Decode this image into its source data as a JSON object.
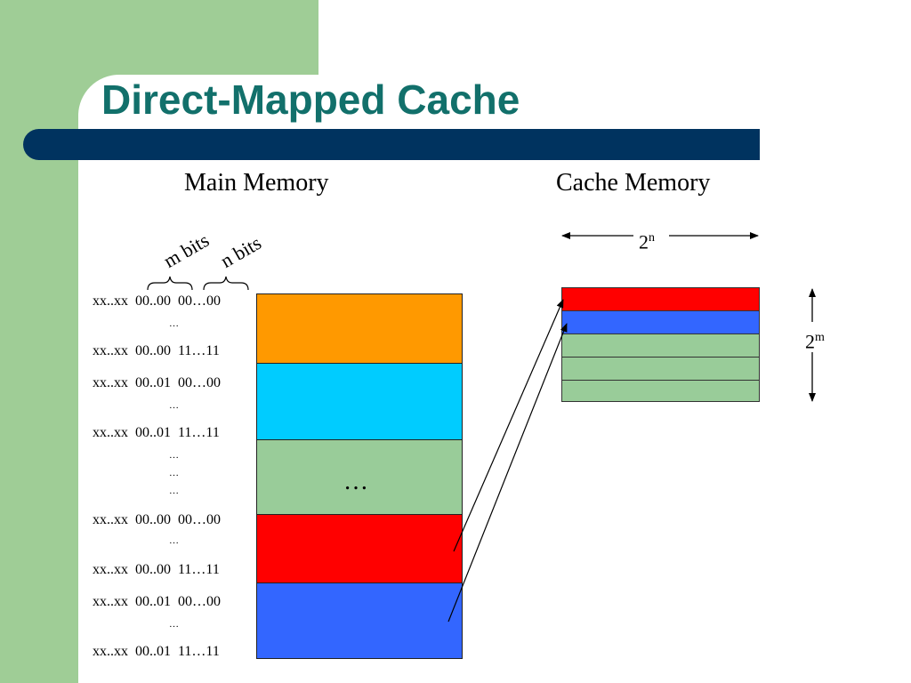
{
  "slide": {
    "title": "Direct-Mapped Cache",
    "colors": {
      "title": "#12706b",
      "green_band": "#9fcd96",
      "title_bar": "#00335f",
      "orange": "#ff9900",
      "cyan": "#00ccff",
      "green_block": "#99cc99",
      "red": "#ff0000",
      "blue": "#3366ff"
    }
  },
  "diagram": {
    "main_memory_label": "Main Memory",
    "cache_memory_label": "Cache Memory",
    "m_bits_label": "m bits",
    "n_bits_label": "n bits",
    "width_label": {
      "base": "2",
      "exp": "n"
    },
    "height_label": {
      "base": "2",
      "exp": "m"
    },
    "block_ellipsis": "…",
    "small_ellipsis": "…",
    "addresses": [
      "xx..xx  00..00  00…00",
      "xx..xx  00..00  11…11",
      "xx..xx  00..01  00…00",
      "xx..xx  00..01  11…11",
      "xx..xx  00..00  00…00",
      "xx..xx  00..00  11…11",
      "xx..xx  00..01  00…00",
      "xx..xx  00..01  11…11"
    ]
  }
}
